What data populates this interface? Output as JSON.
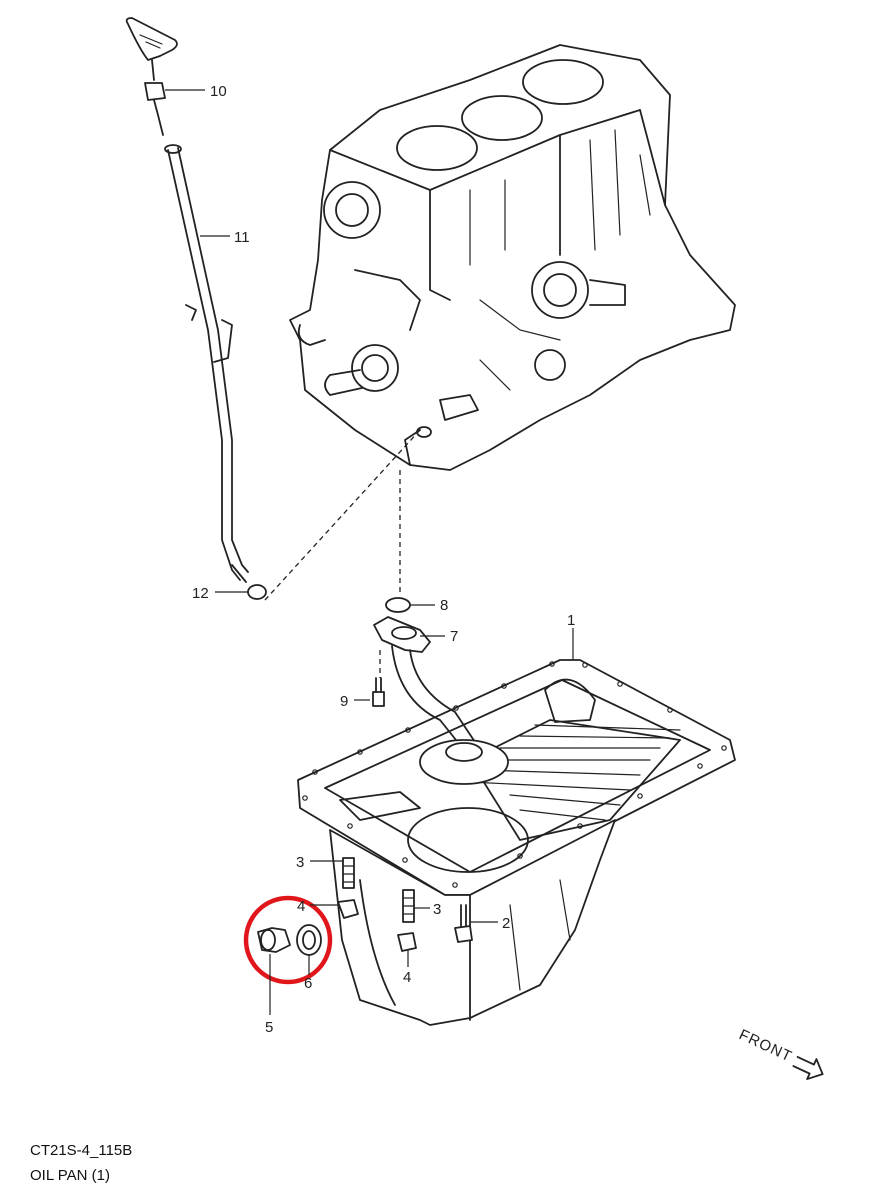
{
  "diagram": {
    "code": "CT21S-4_115B",
    "title": "OIL PAN (1)",
    "front_label": "FRONT",
    "highlight_color": "#e0161b",
    "callouts": [
      {
        "id": "c1",
        "text": "1"
      },
      {
        "id": "c2",
        "text": "2"
      },
      {
        "id": "c3a",
        "text": "3"
      },
      {
        "id": "c3b",
        "text": "3"
      },
      {
        "id": "c4a",
        "text": "4"
      },
      {
        "id": "c4b",
        "text": "4"
      },
      {
        "id": "c5",
        "text": "5"
      },
      {
        "id": "c6",
        "text": "6"
      },
      {
        "id": "c7",
        "text": "7"
      },
      {
        "id": "c8",
        "text": "8"
      },
      {
        "id": "c9",
        "text": "9"
      },
      {
        "id": "c10",
        "text": "10"
      },
      {
        "id": "c11",
        "text": "11"
      },
      {
        "id": "c12",
        "text": "12"
      }
    ]
  }
}
